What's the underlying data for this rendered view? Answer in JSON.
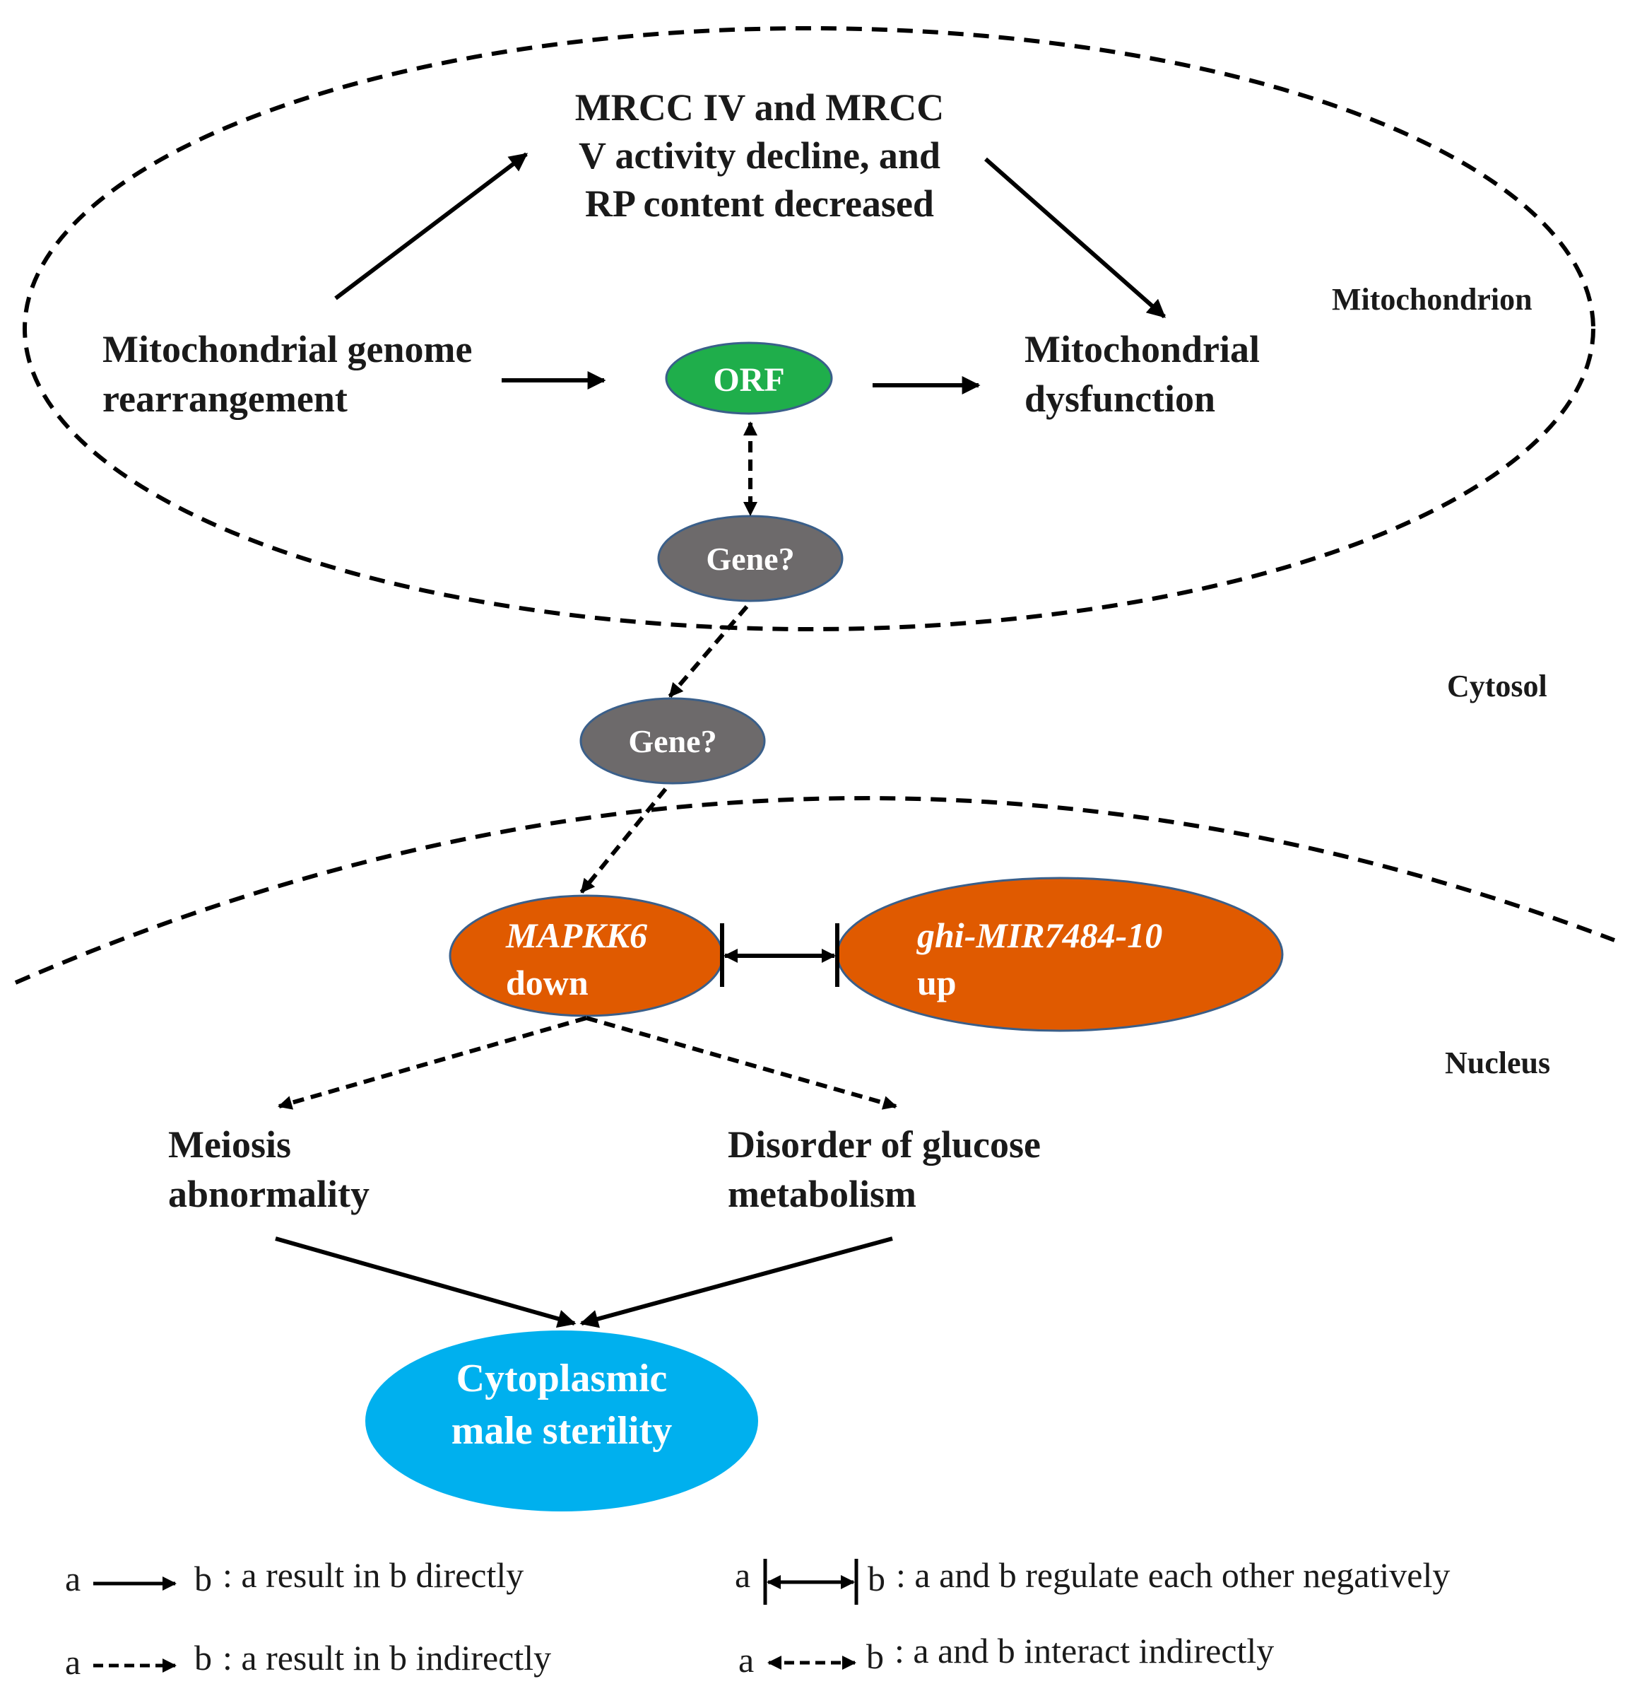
{
  "compartments": {
    "mitochondrion": "Mitochondrion",
    "cytosol": "Cytosol",
    "nucleus": "Nucleus"
  },
  "nodes": {
    "mrcc_line1": "MRCC IV and MRCC",
    "mrcc_line2": "V activity decline, and",
    "mrcc_line3": "RP content decreased",
    "genome_line1": "Mitochondrial genome",
    "genome_line2": "rearrangement",
    "orf": "ORF",
    "dysfunction_line1": "Mitochondrial",
    "dysfunction_line2": "dysfunction",
    "gene_mito": "Gene?",
    "gene_cytosol": "Gene?",
    "mapkk6_name": "MAPKK6",
    "mapkk6_state": "down",
    "mir_name": "ghi-MIR7484-10",
    "mir_state": "up",
    "meiosis_line1": "Meiosis",
    "meiosis_line2": "abnormality",
    "glucose_line1": "Disorder of glucose",
    "glucose_line2": "metabolism",
    "cms_line1": "Cytoplasmic",
    "cms_line2": "male sterility"
  },
  "legend": {
    "direct_a": "a",
    "direct_b": "b",
    "direct_desc": ": a result in b directly",
    "indirect_a": "a",
    "indirect_b": "b",
    "indirect_desc": ": a result in b indirectly",
    "negative_a": "a",
    "negative_b": "b",
    "negative_desc": ": a and b regulate each other negatively",
    "interact_a": "a",
    "interact_b": "b",
    "interact_desc": ": a and b interact indirectly"
  },
  "colors": {
    "orf_fill": "#1fae4b",
    "gene_fill": "#6d6a6b",
    "regulator_fill": "#e05a00",
    "cms_fill": "#00b0ee",
    "line": "#000000"
  }
}
